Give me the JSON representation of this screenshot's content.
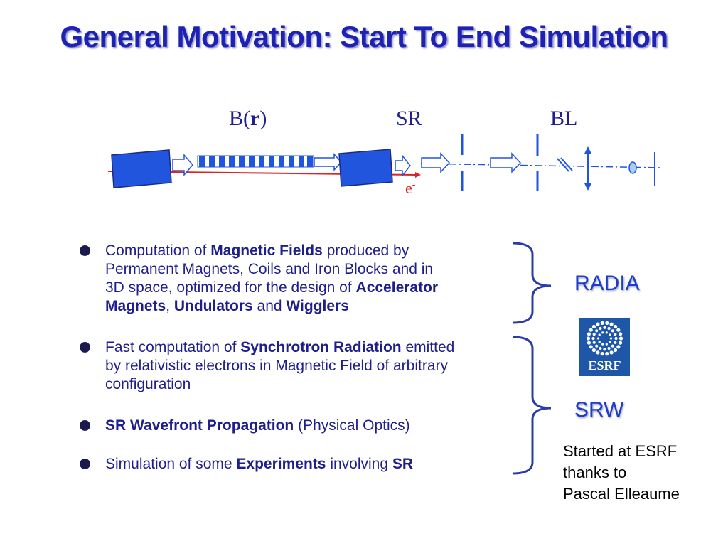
{
  "title": "General Motivation: Start To End Simulation",
  "diagram": {
    "label_b": "B(",
    "label_r": "r",
    "label_b_close": ")",
    "label_sr": "SR",
    "label_bl": "BL",
    "electron": "e",
    "electron_sup": "-"
  },
  "bullets": [
    {
      "parts": [
        {
          "t": "Computation of ",
          "b": false
        },
        {
          "t": "Magnetic Fields",
          "b": true
        },
        {
          "t": " produced by",
          "b": false
        }
      ],
      "lines": [
        [
          {
            "t": "Permanent Magnets, Coils and Iron Blocks and in",
            "b": false
          }
        ],
        [
          {
            "t": "3D space, optimized for the design of ",
            "b": false
          },
          {
            "t": "Accelerator",
            "b": true
          }
        ],
        [
          {
            "t": "Magnets",
            "b": true
          },
          {
            "t": ", ",
            "b": false
          },
          {
            "t": "Undulators",
            "b": true
          },
          {
            "t": " and ",
            "b": false
          },
          {
            "t": "Wigglers",
            "b": true
          }
        ]
      ]
    },
    {
      "parts": [
        {
          "t": "Fast computation of ",
          "b": false
        },
        {
          "t": "Synchrotron Radiation",
          "b": true
        },
        {
          "t": " emitted",
          "b": false
        }
      ],
      "lines": [
        [
          {
            "t": "by relativistic electrons in Magnetic Field of arbitrary",
            "b": false
          }
        ],
        [
          {
            "t": "configuration",
            "b": false
          }
        ]
      ]
    },
    {
      "parts": [
        {
          "t": "SR Wavefront Propagation",
          "b": true
        },
        {
          "t": " (Physical Optics)",
          "b": false
        }
      ],
      "lines": []
    },
    {
      "parts": [
        {
          "t": "Simulation of some ",
          "b": false
        },
        {
          "t": "Experiments",
          "b": true
        },
        {
          "t": " involving ",
          "b": false
        },
        {
          "t": "SR",
          "b": true
        }
      ],
      "lines": []
    }
  ],
  "tools": {
    "radia": "RADIA",
    "srw": "SRW"
  },
  "logo_text": "ESRF",
  "started": [
    "Started at ESRF",
    "thanks to",
    "Pascal Elleaume"
  ],
  "colors": {
    "title": "#1e22b4",
    "magnet_blue": "#2255dd",
    "beam_red": "#dd2222",
    "text_blue": "#1e1e8c",
    "tool_blue": "#1e3cc8",
    "logo_blue": "#1f57a8"
  },
  "icons": [
    "bullet-dot-icon",
    "curly-brace-icon",
    "esrf-logo-icon",
    "arrow-right-icon"
  ]
}
